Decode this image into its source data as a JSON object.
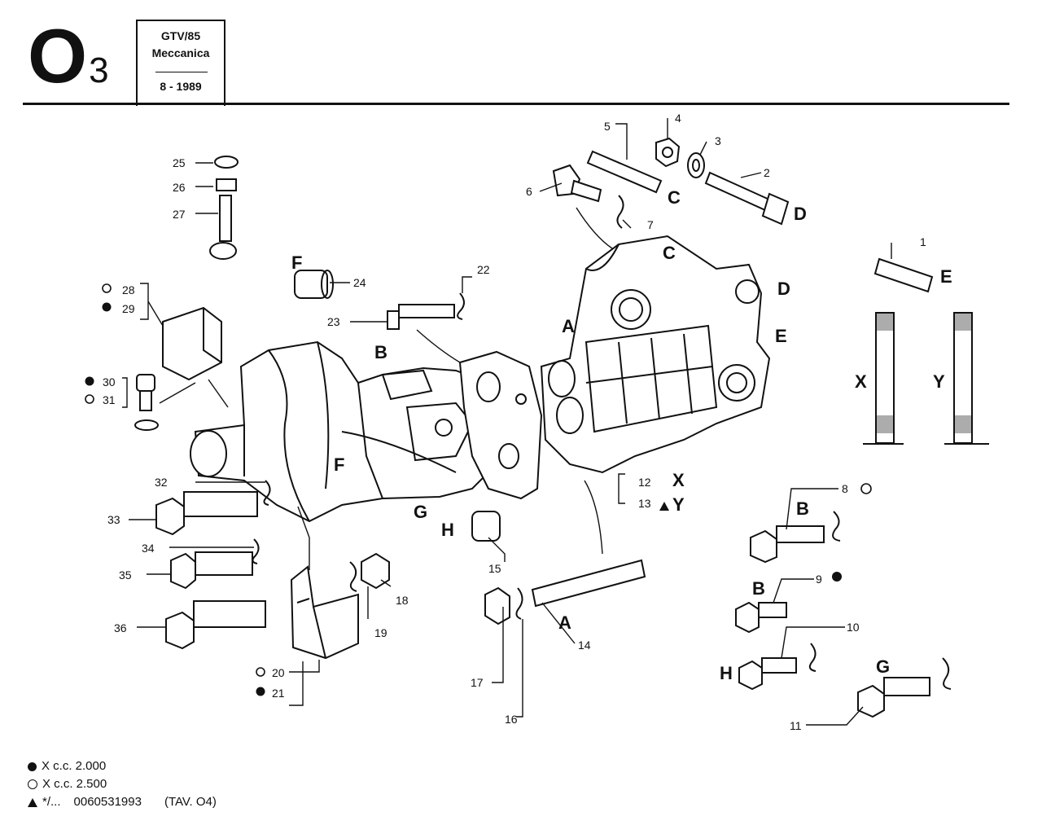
{
  "header": {
    "code": "O",
    "code_sub": "3",
    "model": "GTV/85",
    "section": "Meccanica",
    "date": "8 - 1989"
  },
  "callouts": [
    "1",
    "2",
    "3",
    "4",
    "5",
    "6",
    "7",
    "8",
    "9",
    "10",
    "11",
    "12",
    "13",
    "14",
    "15",
    "16",
    "17",
    "18",
    "19",
    "20",
    "21",
    "22",
    "23",
    "24",
    "25",
    "26",
    "27",
    "28",
    "29",
    "30",
    "31",
    "32",
    "33",
    "34",
    "35",
    "36"
  ],
  "letters": {
    "A": "A",
    "B": "B",
    "C": "C",
    "D": "D",
    "E": "E",
    "F": "F",
    "G": "G",
    "H": "H",
    "X": "X",
    "Y": "Y"
  },
  "legend": {
    "filled": "X c.c. 2.000",
    "open": "X c.c. 2.500",
    "tri_a": "*/...",
    "tri_b": "0060531993",
    "tri_c": "(TAV. O4)"
  }
}
